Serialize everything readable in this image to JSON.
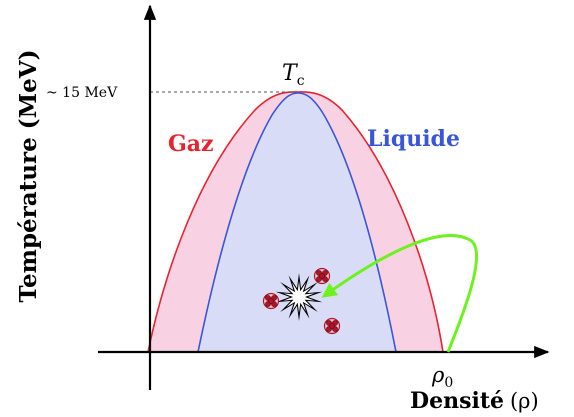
{
  "labels": {
    "y_axis": "Température (MeV)",
    "x_axis_word": "Densité",
    "x_axis_symbol": "(ρ)",
    "gas": "Gaz",
    "liquid": "Liquide",
    "critical_T": "T",
    "critical_T_sub": "c",
    "energy_mark": "~ 15 MeV",
    "rho": "ρ",
    "rho_sub": "0"
  },
  "colors": {
    "gas": "#e8232f",
    "gas_fill": "#f8d2e3",
    "liquid": "#3a56d8",
    "liquid_fill": "#d9dcf6",
    "arrow": "#6cf21e",
    "nucleon": "#b0142a",
    "axis": "#000000"
  },
  "icons": [
    "explosion-icon",
    "nucleus-cluster-icon",
    "curved-arrow-icon"
  ]
}
